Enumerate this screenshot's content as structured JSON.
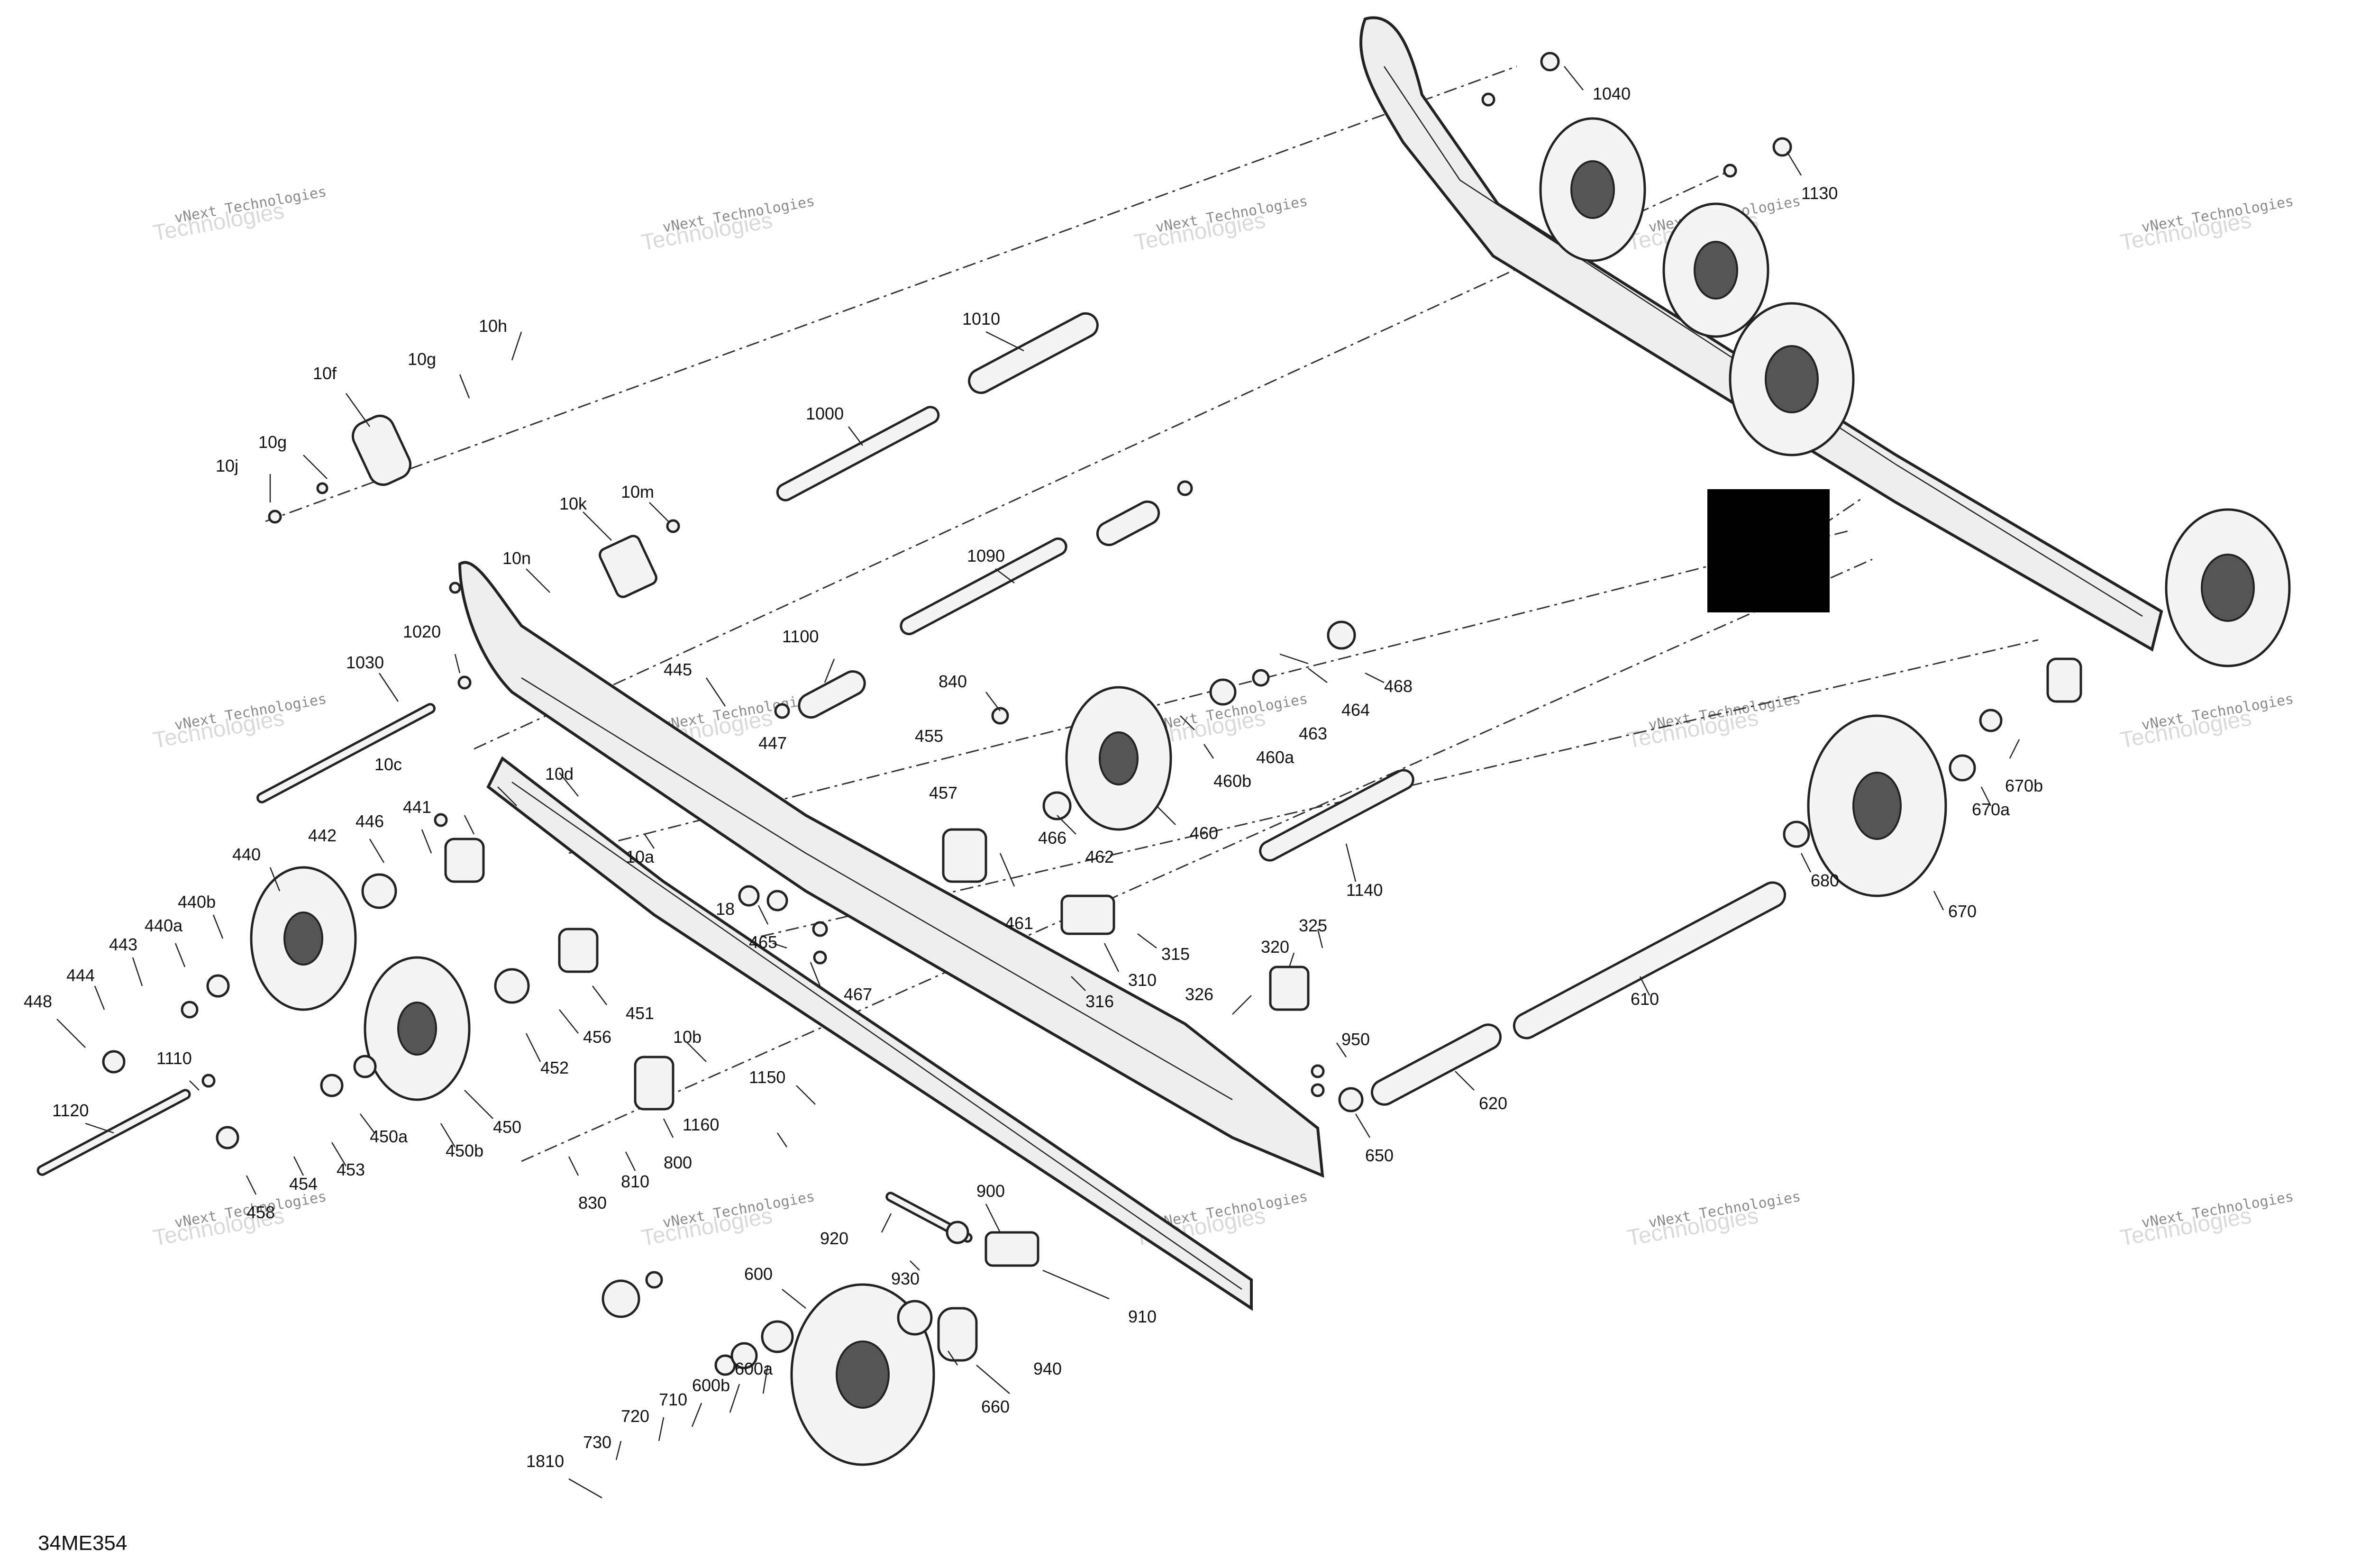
{
  "reference_code": "34ME354",
  "watermark": {
    "line1": "vNext Technologies",
    "line2": "Technologies"
  },
  "labels": [
    {
      "id": "1040",
      "text": "1040"
    },
    {
      "id": "1130",
      "text": "1130"
    },
    {
      "id": "1010",
      "text": "1010"
    },
    {
      "id": "1000",
      "text": "1000"
    },
    {
      "id": "10h",
      "text": "10h"
    },
    {
      "id": "10g_a",
      "text": "10g"
    },
    {
      "id": "10f",
      "text": "10f"
    },
    {
      "id": "10g_b",
      "text": "10g"
    },
    {
      "id": "10j",
      "text": "10j"
    },
    {
      "id": "10k",
      "text": "10k"
    },
    {
      "id": "10m",
      "text": "10m"
    },
    {
      "id": "10n",
      "text": "10n"
    },
    {
      "id": "1090",
      "text": "1090"
    },
    {
      "id": "1100",
      "text": "1100"
    },
    {
      "id": "1020",
      "text": "1020"
    },
    {
      "id": "1030",
      "text": "1030"
    },
    {
      "id": "445",
      "text": "445"
    },
    {
      "id": "447",
      "text": "447"
    },
    {
      "id": "840",
      "text": "840"
    },
    {
      "id": "455",
      "text": "455"
    },
    {
      "id": "457",
      "text": "457"
    },
    {
      "id": "463",
      "text": "463"
    },
    {
      "id": "464",
      "text": "464"
    },
    {
      "id": "468",
      "text": "468"
    },
    {
      "id": "460a",
      "text": "460a"
    },
    {
      "id": "460b",
      "text": "460b"
    },
    {
      "id": "460",
      "text": "460"
    },
    {
      "id": "462",
      "text": "462"
    },
    {
      "id": "466",
      "text": "466"
    },
    {
      "id": "461",
      "text": "461"
    },
    {
      "id": "10c",
      "text": "10c"
    },
    {
      "id": "10d",
      "text": "10d"
    },
    {
      "id": "10a",
      "text": "10a"
    },
    {
      "id": "441",
      "text": "441"
    },
    {
      "id": "446",
      "text": "446"
    },
    {
      "id": "442",
      "text": "442"
    },
    {
      "id": "440",
      "text": "440"
    },
    {
      "id": "440b",
      "text": "440b"
    },
    {
      "id": "440a",
      "text": "440a"
    },
    {
      "id": "443",
      "text": "443"
    },
    {
      "id": "444",
      "text": "444"
    },
    {
      "id": "448",
      "text": "448"
    },
    {
      "id": "18",
      "text": "18"
    },
    {
      "id": "465",
      "text": "465"
    },
    {
      "id": "467",
      "text": "467"
    },
    {
      "id": "1140",
      "text": "1140"
    },
    {
      "id": "315",
      "text": "315"
    },
    {
      "id": "310",
      "text": "310"
    },
    {
      "id": "316",
      "text": "316"
    },
    {
      "id": "320",
      "text": "320"
    },
    {
      "id": "325",
      "text": "325"
    },
    {
      "id": "326",
      "text": "326"
    },
    {
      "id": "670b",
      "text": "670b"
    },
    {
      "id": "670a",
      "text": "670a"
    },
    {
      "id": "680",
      "text": "680"
    },
    {
      "id": "670",
      "text": "670"
    },
    {
      "id": "610",
      "text": "610"
    },
    {
      "id": "950",
      "text": "950"
    },
    {
      "id": "620",
      "text": "620"
    },
    {
      "id": "650",
      "text": "650"
    },
    {
      "id": "451",
      "text": "451"
    },
    {
      "id": "456",
      "text": "456"
    },
    {
      "id": "452",
      "text": "452"
    },
    {
      "id": "10b",
      "text": "10b"
    },
    {
      "id": "1110",
      "text": "1110"
    },
    {
      "id": "1120",
      "text": "1120"
    },
    {
      "id": "450",
      "text": "450"
    },
    {
      "id": "450b",
      "text": "450b"
    },
    {
      "id": "450a",
      "text": "450a"
    },
    {
      "id": "453",
      "text": "453"
    },
    {
      "id": "454",
      "text": "454"
    },
    {
      "id": "458",
      "text": "458"
    },
    {
      "id": "1150",
      "text": "1150"
    },
    {
      "id": "1160",
      "text": "1160"
    },
    {
      "id": "800",
      "text": "800"
    },
    {
      "id": "810",
      "text": "810"
    },
    {
      "id": "830",
      "text": "830"
    },
    {
      "id": "920",
      "text": "920"
    },
    {
      "id": "900",
      "text": "900"
    },
    {
      "id": "910",
      "text": "910"
    },
    {
      "id": "930",
      "text": "930"
    },
    {
      "id": "940",
      "text": "940"
    },
    {
      "id": "600",
      "text": "600"
    },
    {
      "id": "660",
      "text": "660"
    },
    {
      "id": "600a",
      "text": "600a"
    },
    {
      "id": "600b",
      "text": "600b"
    },
    {
      "id": "710",
      "text": "710"
    },
    {
      "id": "720",
      "text": "720"
    },
    {
      "id": "730",
      "text": "730"
    },
    {
      "id": "1810",
      "text": "1810"
    }
  ]
}
